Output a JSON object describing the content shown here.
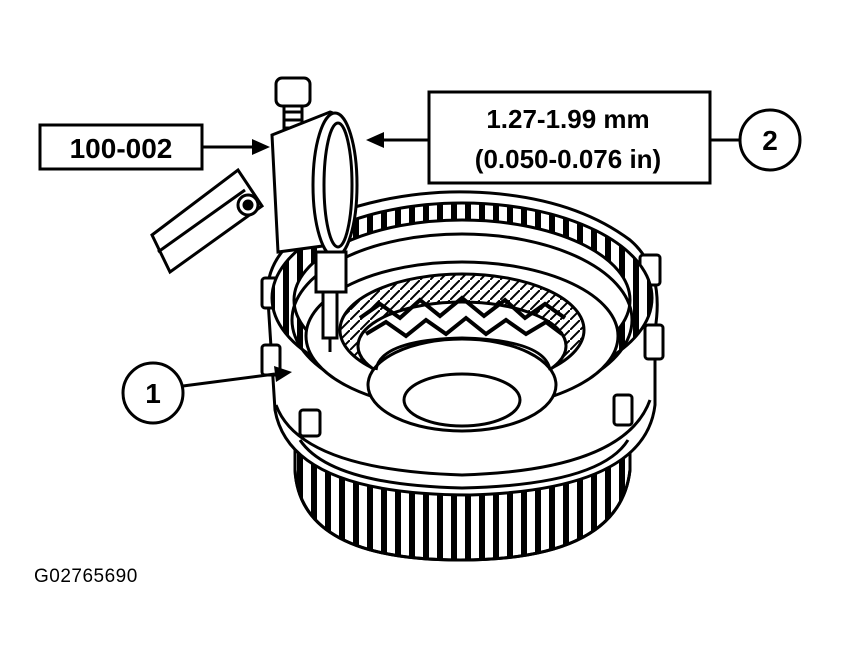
{
  "callouts": {
    "tool_number": "100-002",
    "spec_line1": "1.27-1.99 mm",
    "spec_line2": "(0.050-0.076 in)",
    "item1": "1",
    "item2": "2"
  },
  "figure_id": "G02765690"
}
